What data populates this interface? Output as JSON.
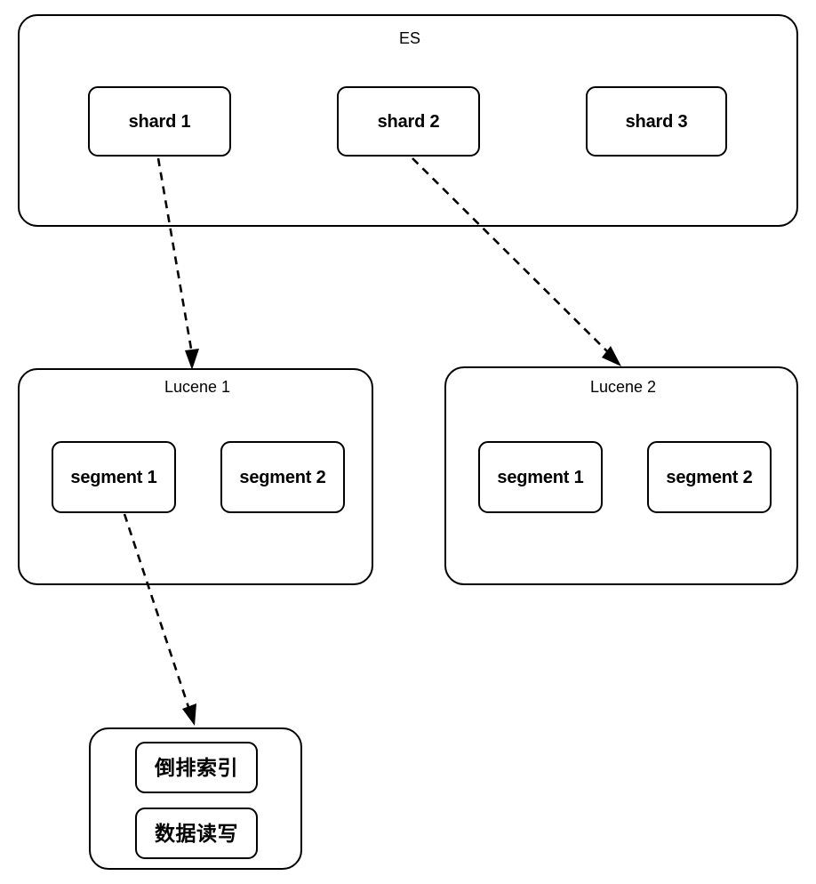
{
  "diagram": {
    "title": "Elasticsearch shard to Lucene index to segment structure",
    "background_color": "#ffffff",
    "line_color": "#000000"
  },
  "es_container": {
    "label": "ES",
    "shards": [
      {
        "label": "shard 1"
      },
      {
        "label": "shard 2"
      },
      {
        "label": "shard 3"
      }
    ]
  },
  "lucene_containers": [
    {
      "label": "Lucene 1",
      "segments": [
        {
          "label": "segment 1"
        },
        {
          "label": "segment 2"
        }
      ]
    },
    {
      "label": "Lucene 2",
      "segments": [
        {
          "label": "segment 1"
        },
        {
          "label": "segment 2"
        }
      ]
    }
  ],
  "segment_detail_container": {
    "items": [
      {
        "label": "倒排索引"
      },
      {
        "label": "数据读写"
      }
    ]
  },
  "connections": [
    {
      "from": "shard 1",
      "to": "Lucene 1",
      "style": "dashed-arrow"
    },
    {
      "from": "shard 2",
      "to": "Lucene 2",
      "style": "dashed-arrow"
    },
    {
      "from": "segment 1",
      "to": "segment-detail",
      "style": "dashed-arrow"
    }
  ]
}
